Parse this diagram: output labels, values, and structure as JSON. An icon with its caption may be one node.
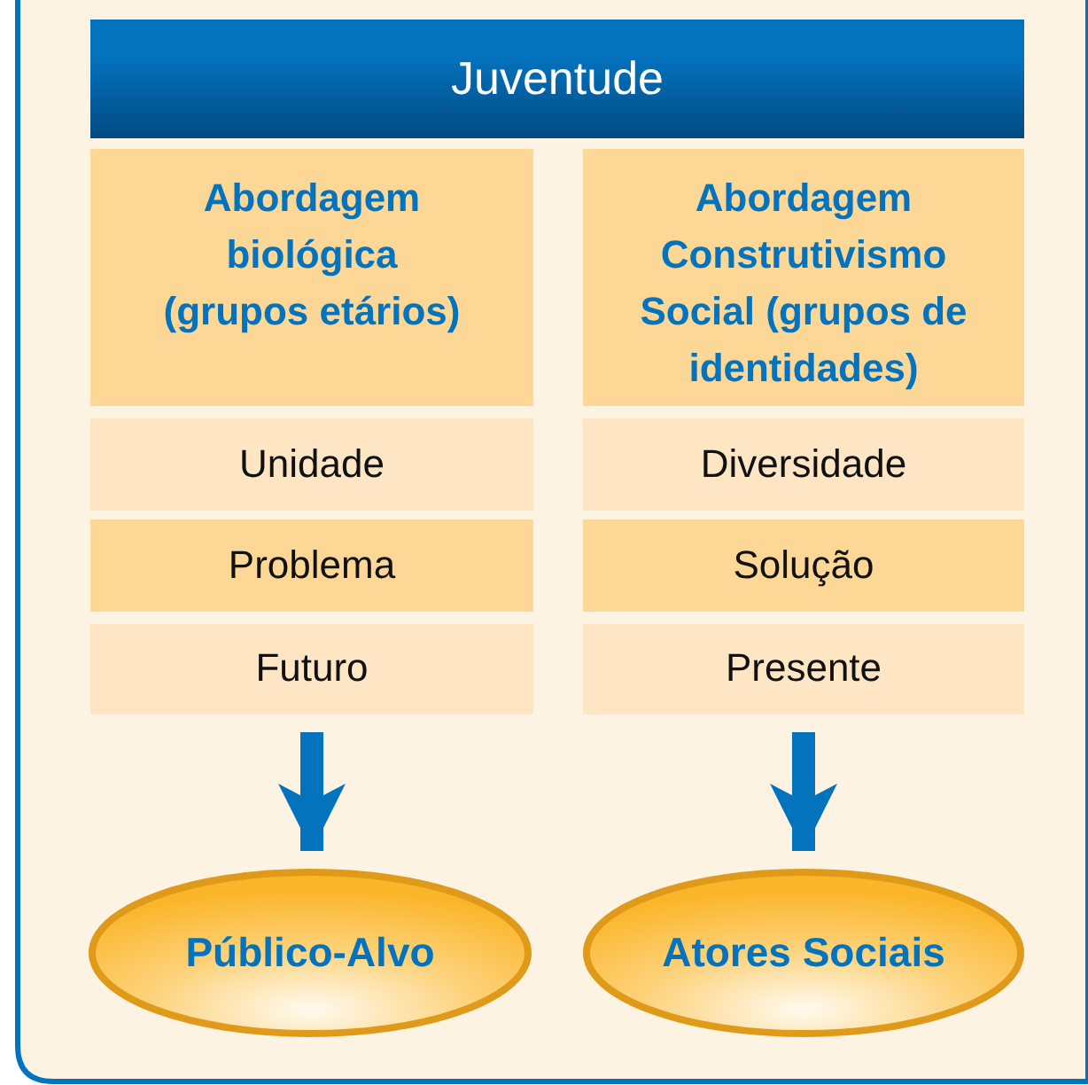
{
  "diagram": {
    "nodes": [
      {
        "text": [
          "Juventude"
        ]
      },
      {
        "text": [
          "Abordagem biológica (grupos etários)"
        ]
      },
      {
        "text": [
          "Abordagem Construtivismo Social (grupos de identidades)"
        ]
      },
      {
        "text": [
          "Unidade"
        ]
      },
      {
        "text": [
          "Diversidade"
        ]
      },
      {
        "text": [
          "Problema"
        ]
      },
      {
        "text": [
          "Solução"
        ]
      },
      {
        "text": [
          "Futuro"
        ]
      },
      {
        "text": [
          "Presente"
        ]
      },
      {
        "text": [
          "Público-Alvo"
        ]
      },
      {
        "text": [
          "Atores Sociais"
        ]
      }
    ],
    "edges": [
      {
        "from": 7,
        "to": 9,
        "arrow": "to"
      },
      {
        "from": 8,
        "to": 10,
        "arrow": "to"
      }
    ]
  }
}
